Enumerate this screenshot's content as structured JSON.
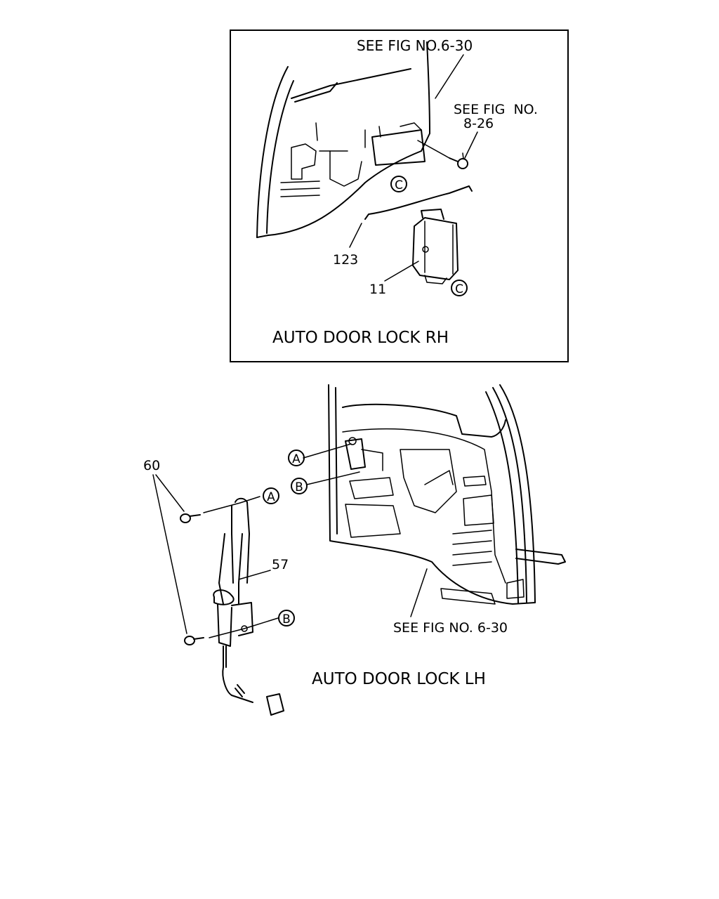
{
  "rh": {
    "title": "AUTO DOOR LOCK RH",
    "see_fig_top": "SEE FIG NO.6-30",
    "see_fig_side_line1": "SEE FIG  NO.",
    "see_fig_side_line2": "8-26",
    "part_rod": "123",
    "part_actuator": "11",
    "callout_c": "C"
  },
  "lh": {
    "title": "AUTO DOOR LOCK LH",
    "see_fig_bottom": "SEE FIG NO. 6-30",
    "part_screws": "60",
    "part_switch": "57",
    "callout_a": "A",
    "callout_b": "B"
  }
}
